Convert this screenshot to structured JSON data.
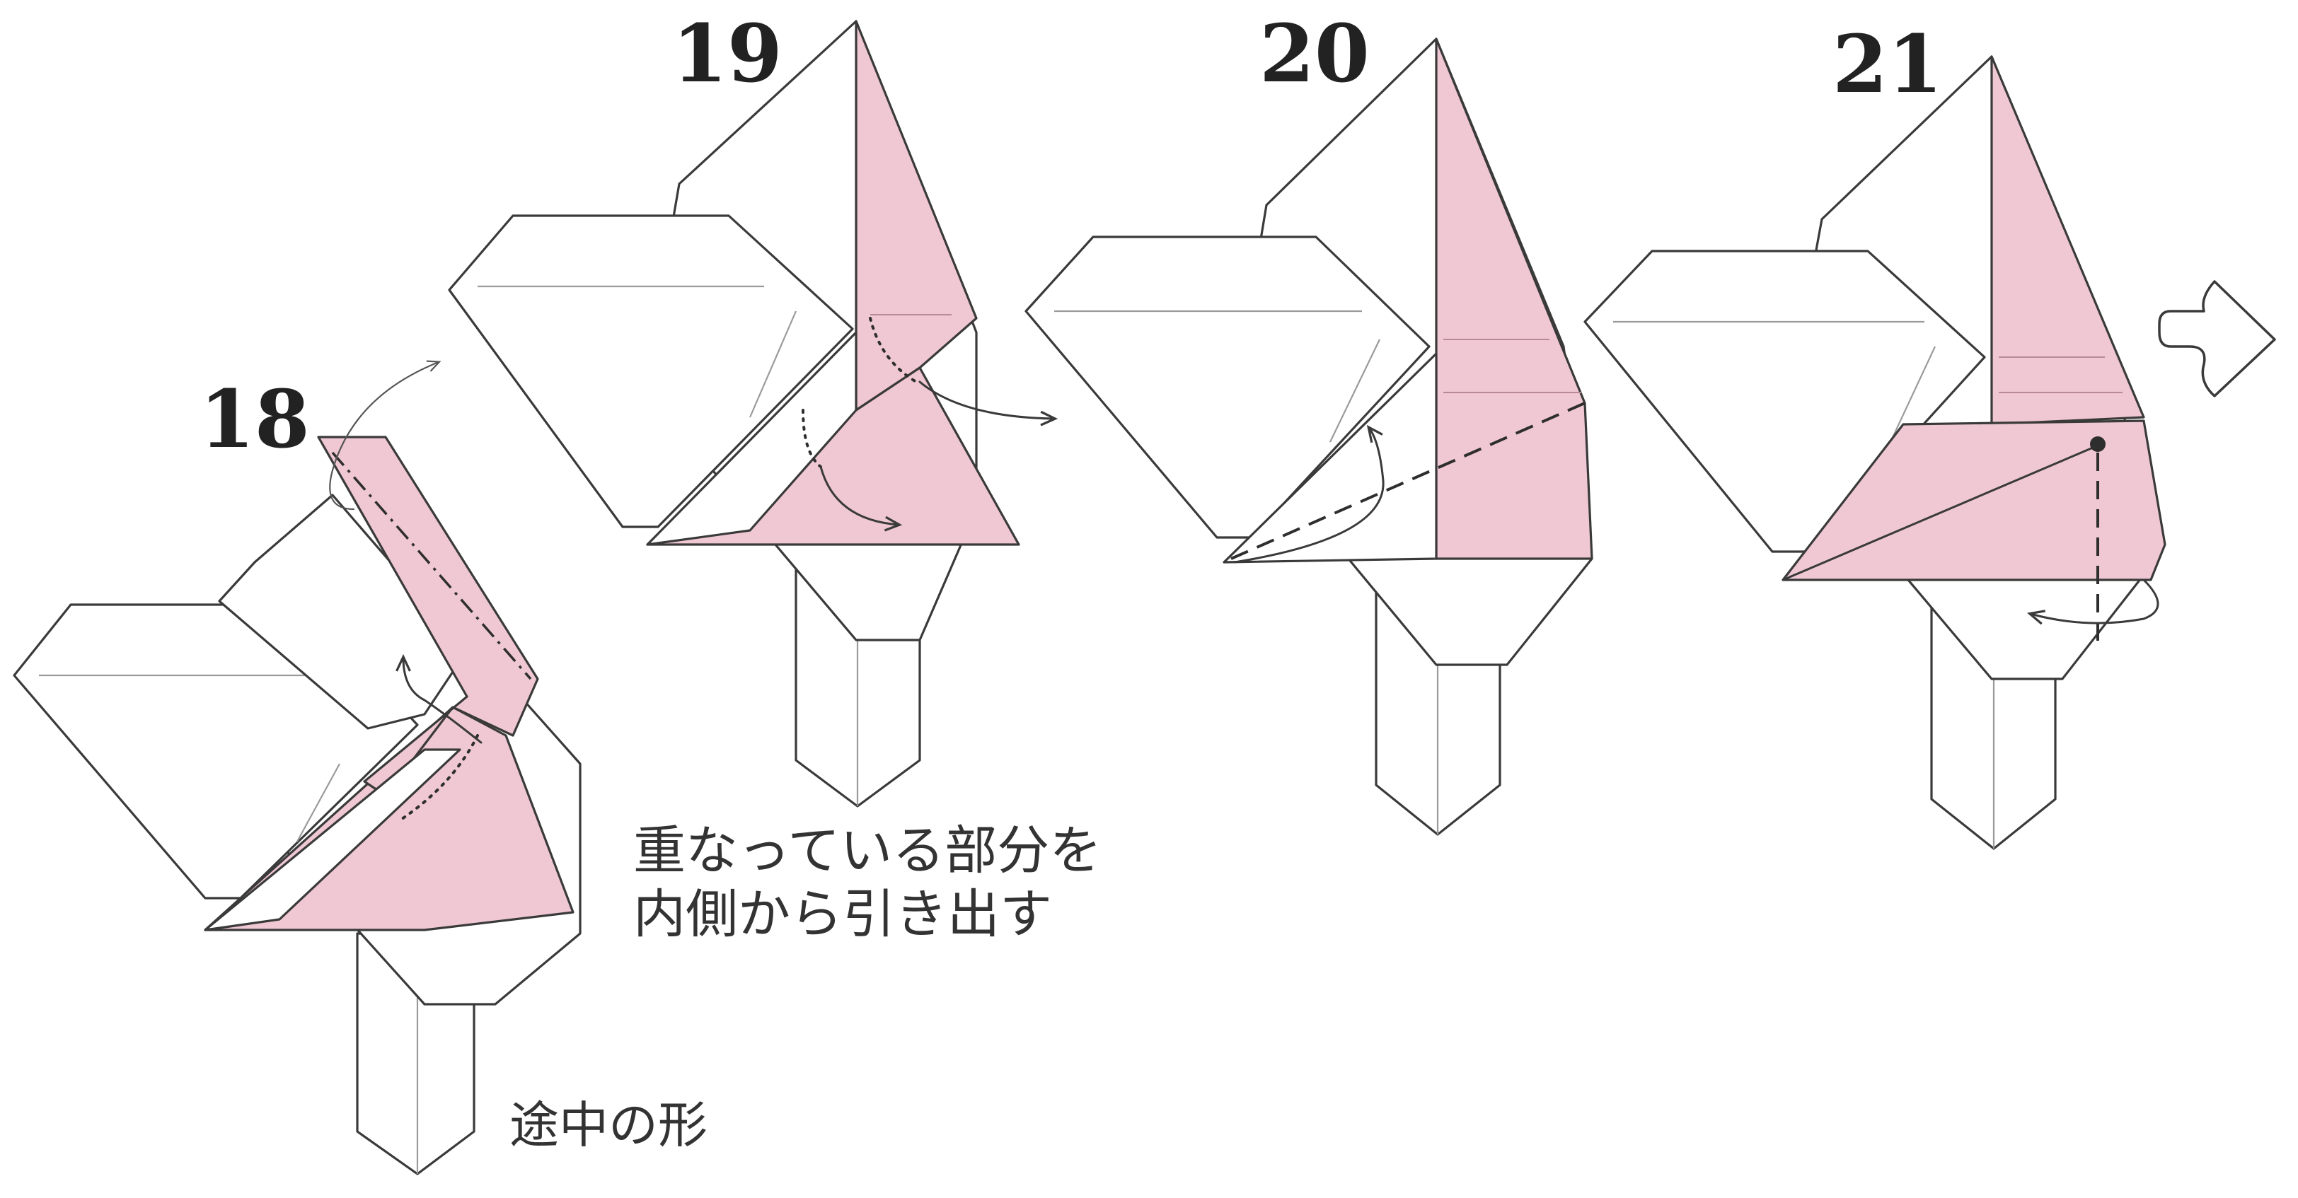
{
  "steps": [
    {
      "number": "18"
    },
    {
      "number": "19"
    },
    {
      "number": "20"
    },
    {
      "number": "21"
    }
  ],
  "notes": {
    "pull_out_line1": "重なっている部分を",
    "pull_out_line2": "内側から引き出す",
    "in_progress": "途中の形"
  },
  "icons": {
    "next_arrow": "next-step-arrow-icon"
  },
  "colors": {
    "paper_back": "#efc8d3",
    "paper_front": "#ffffff",
    "line": "#3a3a3a"
  }
}
